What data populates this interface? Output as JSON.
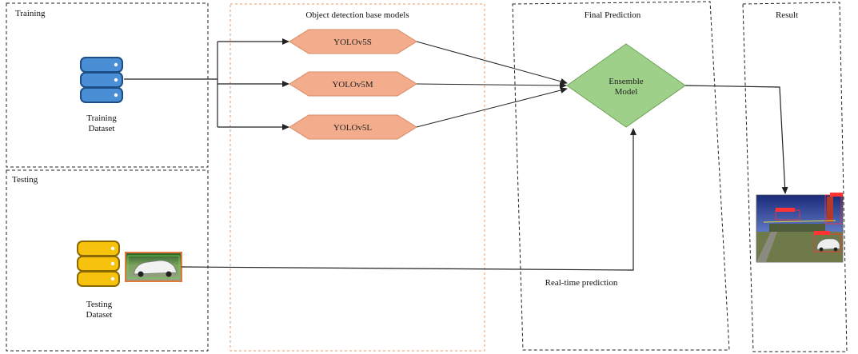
{
  "colors": {
    "panel_border": "#222222",
    "models_border": "#e89a6a",
    "db_training": "#4a8fd6",
    "db_training_stroke": "#1d4f86",
    "db_testing": "#f6c20e",
    "db_testing_stroke": "#8a6a00",
    "model_fill": "#f4ad8c",
    "model_stroke": "#d98a66",
    "ensemble_fill": "#9fd08a",
    "ensemble_stroke": "#6aa354",
    "arrow": "#222222"
  },
  "panels": {
    "training": {
      "title": "Training"
    },
    "testing": {
      "title": "Testing"
    },
    "models": {
      "title": "Object detection base models"
    },
    "final": {
      "title": "Final Prediction"
    },
    "result": {
      "title": "Result"
    }
  },
  "datasets": {
    "training": {
      "line1": "Training",
      "line2": "Dataset",
      "icon": "database-icon"
    },
    "testing": {
      "line1": "Testing",
      "line2": "Dataset",
      "icon": "database-icon"
    }
  },
  "models": [
    {
      "label": "YOLOv5S"
    },
    {
      "label": "YOLOv5M"
    },
    {
      "label": "YOLOv5L"
    }
  ],
  "ensemble": {
    "line1": "Ensemble",
    "line2": "Model"
  },
  "realtime_label": "Real-time prediction",
  "result_image": {
    "tags": [
      "Bicycle 0.81",
      "car 0.89",
      "car 0.90"
    ]
  }
}
